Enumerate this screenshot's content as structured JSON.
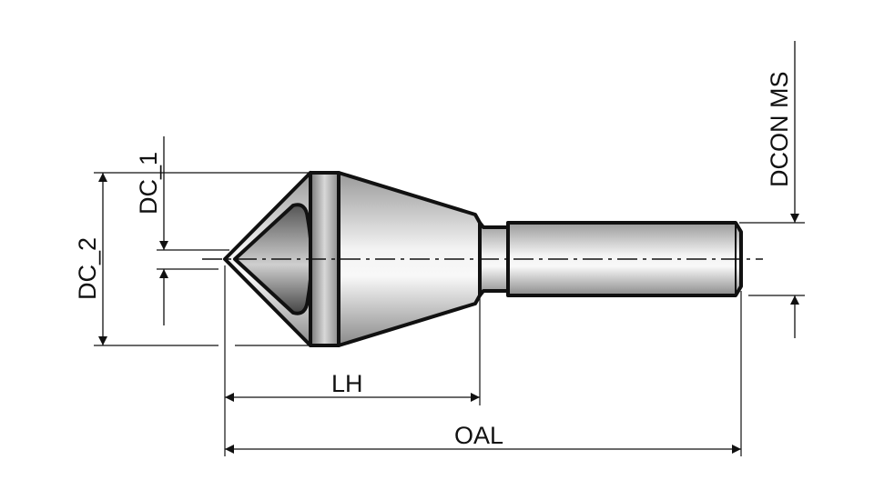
{
  "labels": {
    "dc1": "DC_1",
    "dc2": "DC_2",
    "dcon": "DCON MS",
    "lh": "LH",
    "oal": "OAL"
  },
  "colors": {
    "line": "#111111",
    "metal_light": "#f2f2f2",
    "metal_dark": "#6e6e6e"
  }
}
